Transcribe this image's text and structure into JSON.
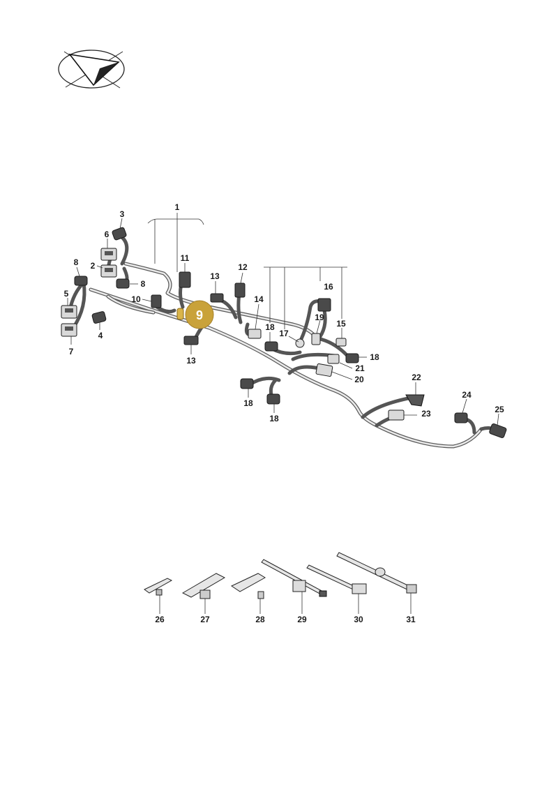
{
  "logo": {
    "icon": "paper-plane-logo-icon"
  },
  "highlight": {
    "label": "9",
    "color": "#c9a23a"
  },
  "harness_labels": [
    "1",
    "2",
    "3",
    "4",
    "5",
    "6",
    "7",
    "8",
    "8",
    "10",
    "11",
    "12",
    "13",
    "13",
    "14",
    "15",
    "16",
    "17",
    "18",
    "18",
    "18",
    "18",
    "19",
    "20",
    "21",
    "22",
    "23",
    "24",
    "25"
  ],
  "clip_labels": [
    "26",
    "27",
    "28",
    "29",
    "30",
    "31"
  ]
}
